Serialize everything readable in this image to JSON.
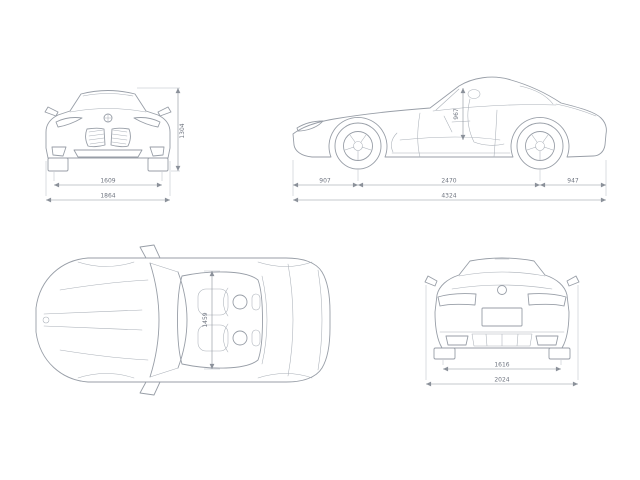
{
  "colors": {
    "background": "#ffffff",
    "car_line": "#989ea7",
    "dimension_line": "#8b919a",
    "dimension_text": "#6f7580"
  },
  "views": {
    "front": {
      "track": "1609",
      "width": "1864",
      "height": "1304"
    },
    "side": {
      "front_overhang": "907",
      "wheelbase": "2470",
      "rear_overhang": "947",
      "length": "4324",
      "seat": "967"
    },
    "top": {
      "cabin": "1459"
    },
    "rear": {
      "track": "1616",
      "width_mirrors": "2024"
    }
  }
}
